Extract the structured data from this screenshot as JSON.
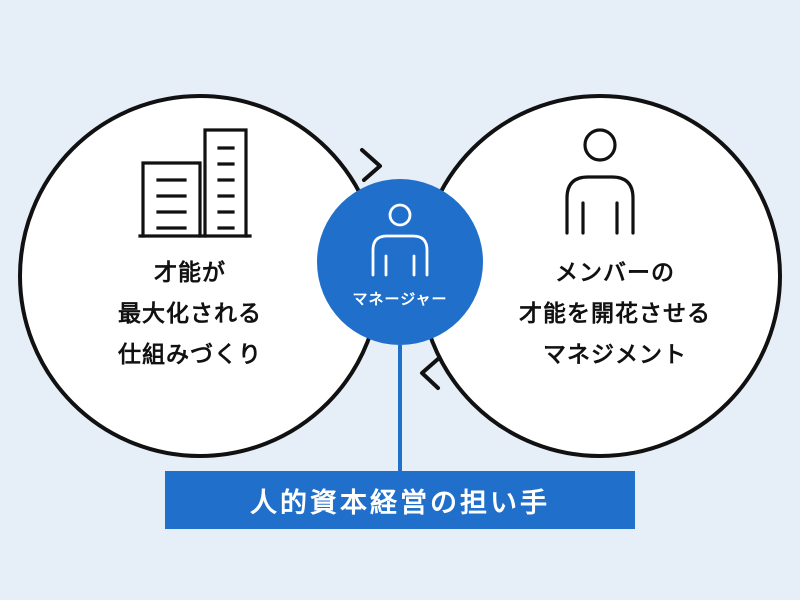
{
  "colors": {
    "background": "#e6eef8",
    "accent": "#1f6fcb",
    "outline": "#111111",
    "text_dark": "#111111",
    "text_light": "#ffffff"
  },
  "left_circle": {
    "icon": "building-icon",
    "lines": [
      "才能が",
      "最大化される",
      "仕組みづくり"
    ]
  },
  "right_circle": {
    "icon": "person-icon",
    "lines": [
      "メンバーの",
      "才能を開花させる",
      "マネジメント"
    ]
  },
  "center_circle": {
    "icon": "person-icon",
    "label": "マネージャー"
  },
  "banner": {
    "text": "人的資本経営の担い手"
  }
}
